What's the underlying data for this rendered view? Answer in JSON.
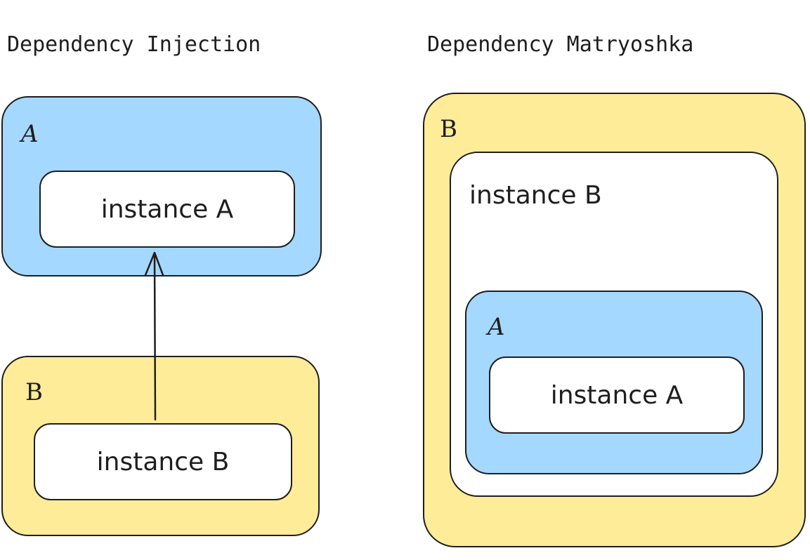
{
  "left": {
    "heading": "Dependency Injection",
    "box_a": {
      "label": "A",
      "inner": "instance A",
      "fill": "#a5d8ff"
    },
    "box_b": {
      "label": "B",
      "inner": "instance B",
      "fill": "#ffec99"
    },
    "arrow": "instance B → instance A"
  },
  "right": {
    "heading": "Dependency Matryoshka",
    "outer_b": {
      "label": "B",
      "fill": "#ffec99"
    },
    "instance_b": {
      "label": "instance B",
      "fill": "#ffffff"
    },
    "inner_a": {
      "label": "A",
      "inner": "instance A",
      "fill": "#a5d8ff"
    }
  }
}
